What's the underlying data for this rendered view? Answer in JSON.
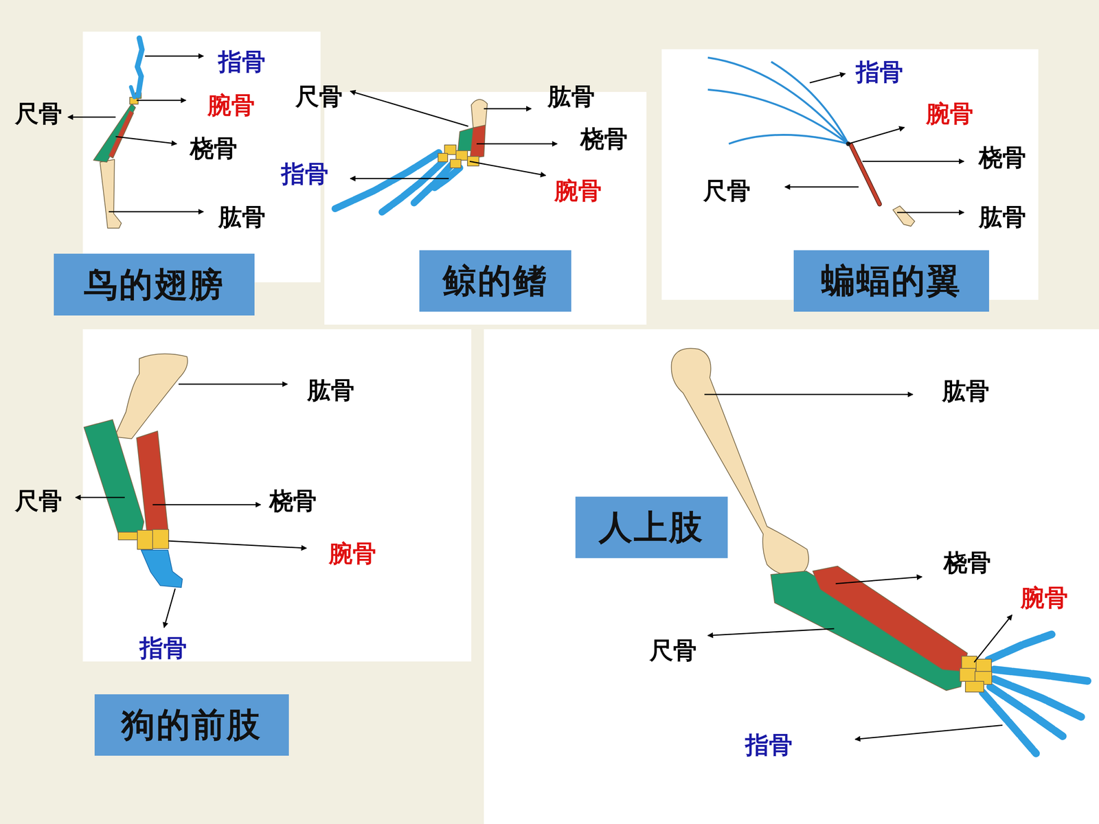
{
  "diagram": {
    "nodes": [
      {
        "text": [
          "鸟的翅膀"
        ]
      },
      {
        "text": [
          "鲸的鳍"
        ]
      },
      {
        "text": [
          "蝙蝠的翼"
        ]
      },
      {
        "text": [
          "狗的前肢"
        ]
      },
      {
        "text": [
          "人上肢"
        ]
      }
    ],
    "labels": [
      "指骨",
      "腕骨",
      "尺骨",
      "桡骨",
      "肱骨",
      "尺骨",
      "肱骨",
      "桡骨",
      "指骨",
      "腕骨",
      "指骨",
      "腕骨",
      "桡骨",
      "尺骨",
      "肱骨",
      "肱骨",
      "尺骨",
      "桡骨",
      "腕骨",
      "指骨",
      "肱骨",
      "桡骨",
      "腕骨",
      "尺骨",
      "指骨"
    ]
  }
}
